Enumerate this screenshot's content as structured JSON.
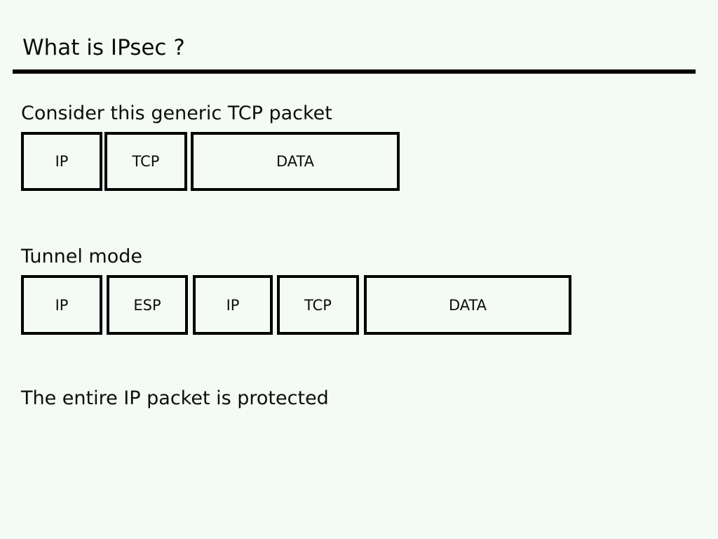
{
  "slide": {
    "title": "What is IPsec ?",
    "colors": {
      "background": "#f4faf4",
      "foreground": "#000000"
    },
    "sections": [
      {
        "caption": "Consider this generic TCP packet",
        "boxes": [
          {
            "label": "IP"
          },
          {
            "label": "TCP"
          },
          {
            "label": "DATA"
          }
        ]
      },
      {
        "caption": "Tunnel mode",
        "boxes": [
          {
            "label": "IP"
          },
          {
            "label": "ESP"
          },
          {
            "label": "IP"
          },
          {
            "label": "TCP"
          },
          {
            "label": "DATA"
          }
        ]
      },
      {
        "caption": "The entire IP packet is protected",
        "boxes": []
      }
    ]
  }
}
